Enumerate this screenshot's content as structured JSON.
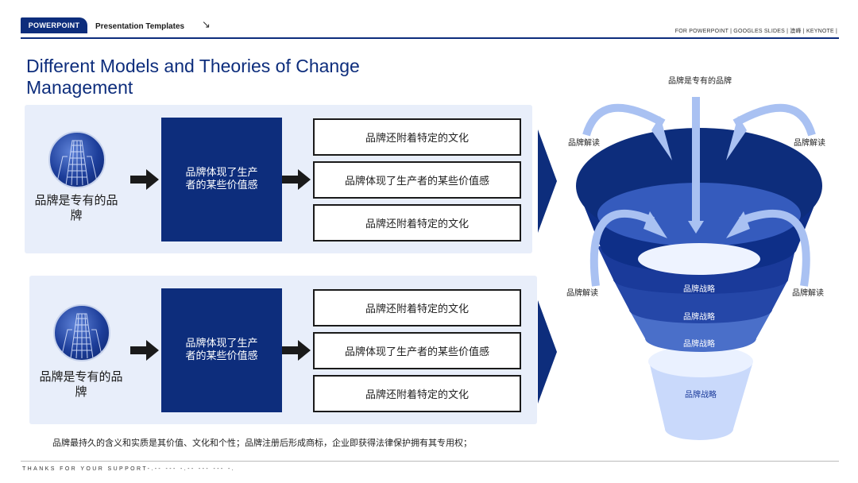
{
  "header": {
    "badge": "POWERPOINT",
    "title": "Presentation Templates",
    "arrow": "↘",
    "right_text": "FOR POWERPOINT | GOOGLES SLIDES | 澳峰 | KEYNOTE |"
  },
  "main_title": "Different Models and Theories of Change Management",
  "panels": [
    {
      "left_label": "品牌是专有的品牌",
      "dark_box": "品牌体现了生产者的某些价值感",
      "items": [
        "品牌还附着特定的文化",
        "品牌体现了生产者的某些价值感",
        "品牌还附着特定的文化"
      ]
    },
    {
      "left_label": "品牌是专有的品牌",
      "dark_box": "品牌体现了生产者的某些价值感",
      "items": [
        "品牌还附着特定的文化",
        "品牌体现了生产者的某些价值感",
        "品牌还附着特定的文化"
      ]
    }
  ],
  "funnel": {
    "top_label": "品牌是专有的品牌",
    "side_labels": [
      "品牌解读",
      "品牌解读",
      "品牌解读",
      "品牌解读"
    ],
    "layers": [
      "品牌战略",
      "品牌战略",
      "品牌战略",
      "品牌战略"
    ]
  },
  "footnote": "品牌最持久的含义和实质是其价值、文化和个性；品牌注册后形成商标，企业即获得法律保护拥有其专用权；",
  "footer": "THANKS FOR YOUR SUPPORT-.-- --- -.-- --- --- -.",
  "colors": {
    "primary": "#0d2d7c",
    "panel": "#e8eefa",
    "light": "#a9c1f2"
  },
  "icons": [
    "building-icon",
    "right-arrow-icon",
    "chevron-arrow-icon",
    "curved-arrow-icon"
  ]
}
